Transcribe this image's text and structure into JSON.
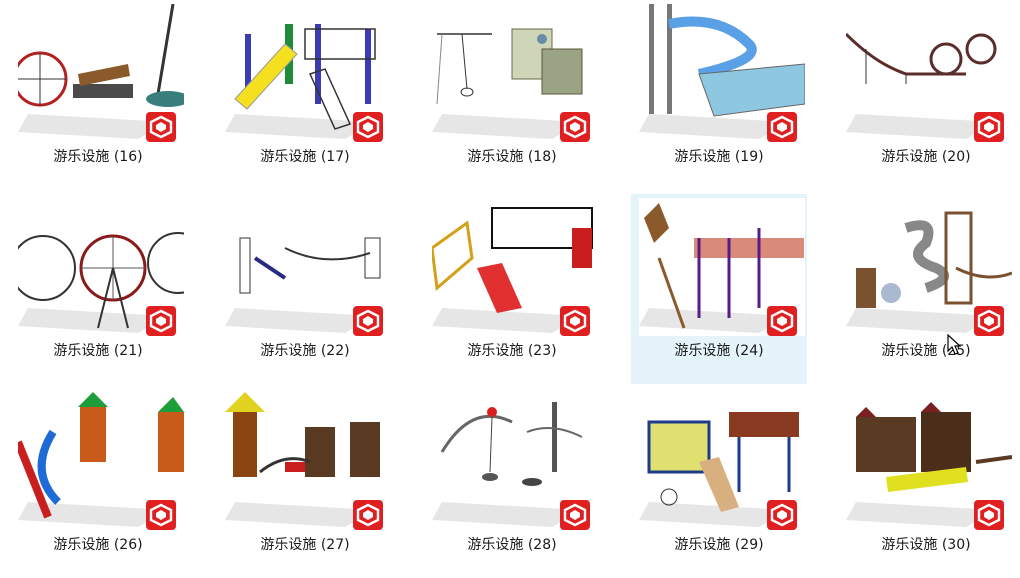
{
  "files": [
    {
      "name": "游乐设施 (16)",
      "theme": "carousel",
      "accent": "#b22222"
    },
    {
      "name": "游乐设施 (17)",
      "theme": "playground",
      "accent": "#ffd700"
    },
    {
      "name": "游乐设施 (18)",
      "theme": "swing",
      "accent": "#8b7d5a"
    },
    {
      "name": "游乐设施 (19)",
      "theme": "waterslide",
      "accent": "#4a8ed6"
    },
    {
      "name": "游乐设施 (20)",
      "theme": "coaster",
      "accent": "#6b2d2d"
    },
    {
      "name": "游乐设施 (21)",
      "theme": "ferris",
      "accent": "#8b1a1a"
    },
    {
      "name": "游乐设施 (22)",
      "theme": "bridge",
      "accent": "#333333"
    },
    {
      "name": "游乐设施 (23)",
      "theme": "swingset",
      "accent": "#d92525"
    },
    {
      "name": "游乐设施 (24)",
      "theme": "climbing",
      "accent": "#6a1b9a"
    },
    {
      "name": "游乐设施 (25)",
      "theme": "spiral",
      "accent": "#7a5230"
    },
    {
      "name": "游乐设施 (26)",
      "theme": "castle",
      "accent": "#1e90ff"
    },
    {
      "name": "游乐设施 (27)",
      "theme": "pirate",
      "accent": "#8b4513"
    },
    {
      "name": "游乐设施 (28)",
      "theme": "rope",
      "accent": "#555555"
    },
    {
      "name": "游乐设施 (29)",
      "theme": "slidedeck",
      "accent": "#1e3a8a"
    },
    {
      "name": "游乐设施 (30)",
      "theme": "fort",
      "accent": "#5a3a22"
    }
  ],
  "selected_index": 8,
  "badge_color": "#e02020"
}
